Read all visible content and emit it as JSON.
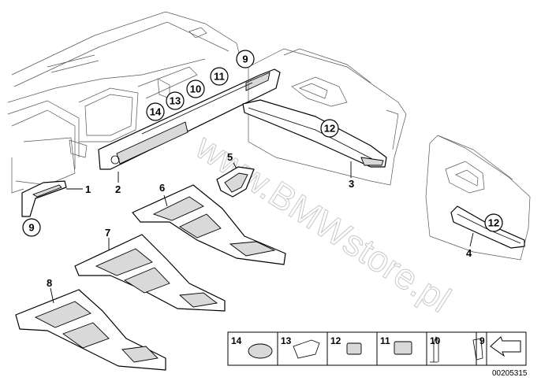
{
  "watermark": "www.BMWstore.pl",
  "reference_number": "00205315",
  "callouts": {
    "c9_top": "9",
    "c11": "11",
    "c10": "10",
    "c13": "13",
    "c14": "14",
    "c12_door": "12",
    "c12_rear": "12",
    "c9_left": "9"
  },
  "labels": {
    "p1": "1",
    "p2": "2",
    "p3": "3",
    "p4": "4",
    "p5": "5",
    "p6": "6",
    "p7": "7",
    "p8": "8"
  },
  "legend": [
    "14",
    "13",
    "12",
    "11",
    "10",
    "9"
  ]
}
